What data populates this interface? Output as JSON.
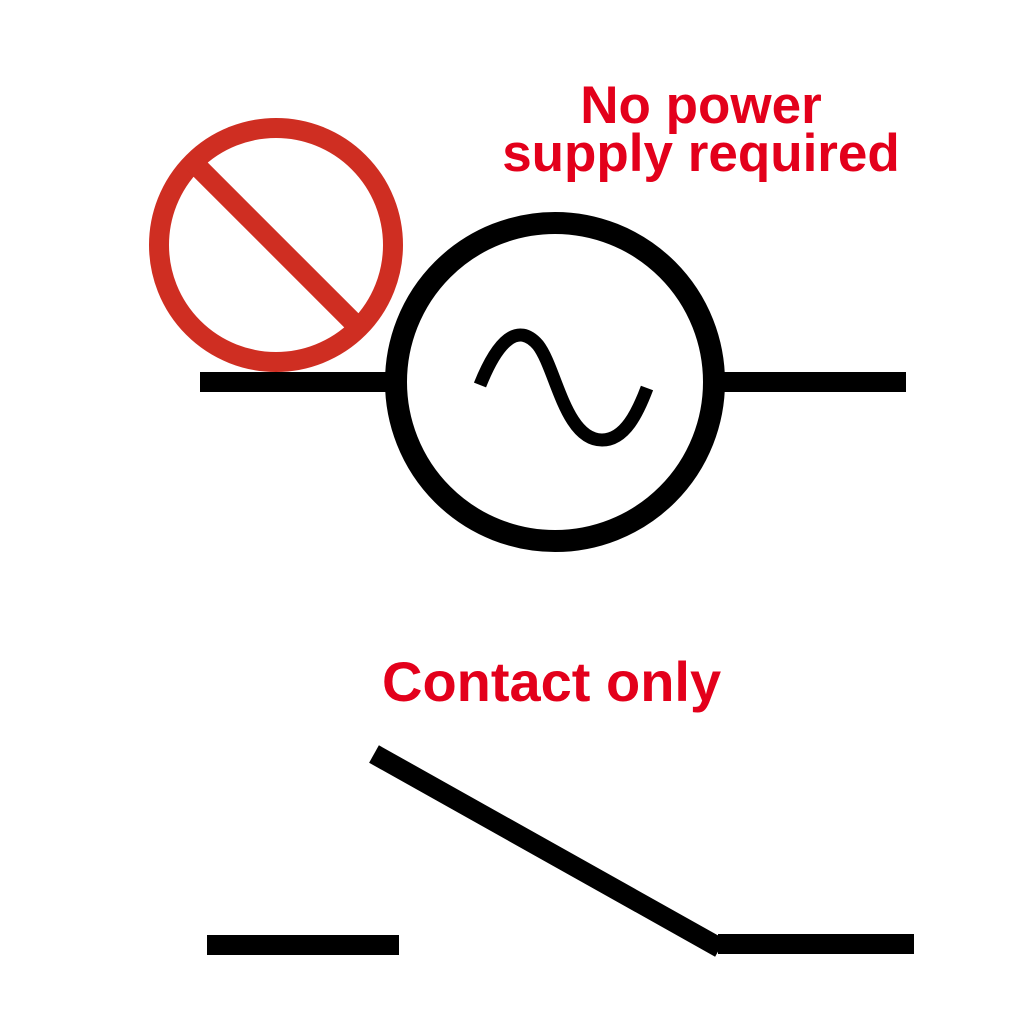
{
  "labels": {
    "power_line1": "No power",
    "power_line2": "supply required",
    "contact": "Contact only"
  },
  "colors": {
    "text": "#e3001b",
    "prohibition": "#cf2e22",
    "symbol": "#000000",
    "background": "#ffffff"
  },
  "icons": {
    "prohibition": "no-entry-icon",
    "ac_source": "ac-power-source-symbol",
    "switch": "open-switch-contact-symbol"
  }
}
